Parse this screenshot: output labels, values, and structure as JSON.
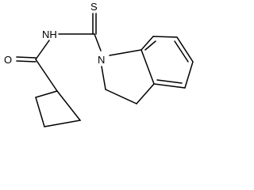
{
  "molecule": {
    "atoms": {
      "sulfur": "S",
      "amide_nitrogen": "NH",
      "oxygen": "O",
      "ring_nitrogen": "N"
    },
    "colors": {
      "bond": "#000000",
      "label": "#000000",
      "background": "#ffffff"
    }
  }
}
